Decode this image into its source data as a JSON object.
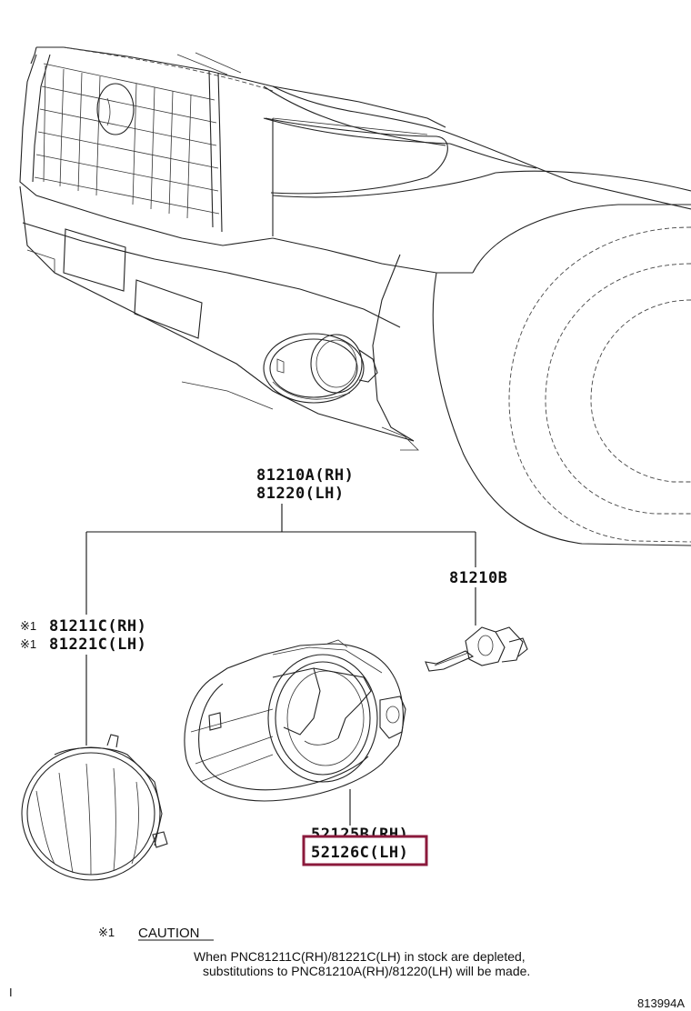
{
  "callouts": {
    "assembly_rh": "81210A(RH)",
    "assembly_lh": "81220(LH)",
    "bulb": "81210B",
    "lens_rh": "81211C(RH)",
    "lens_lh": "81221C(LH)",
    "lens_marker": "※1",
    "bracket_rh": "52125B(RH)",
    "bracket_lh": "52126C(LH)"
  },
  "highlight": {
    "target": "52126C(LH)",
    "color": "#8b1a3c"
  },
  "note": {
    "marker": "※1",
    "heading": "CAUTION",
    "line1": "When PNC81211C(RH)/81221C(LH) in stock are depleted,",
    "line2": "substitutions to PNC81210A(RH)/81220(LH) will be made."
  },
  "footer": {
    "left_mark": "I",
    "diagram_code": "813994A"
  }
}
